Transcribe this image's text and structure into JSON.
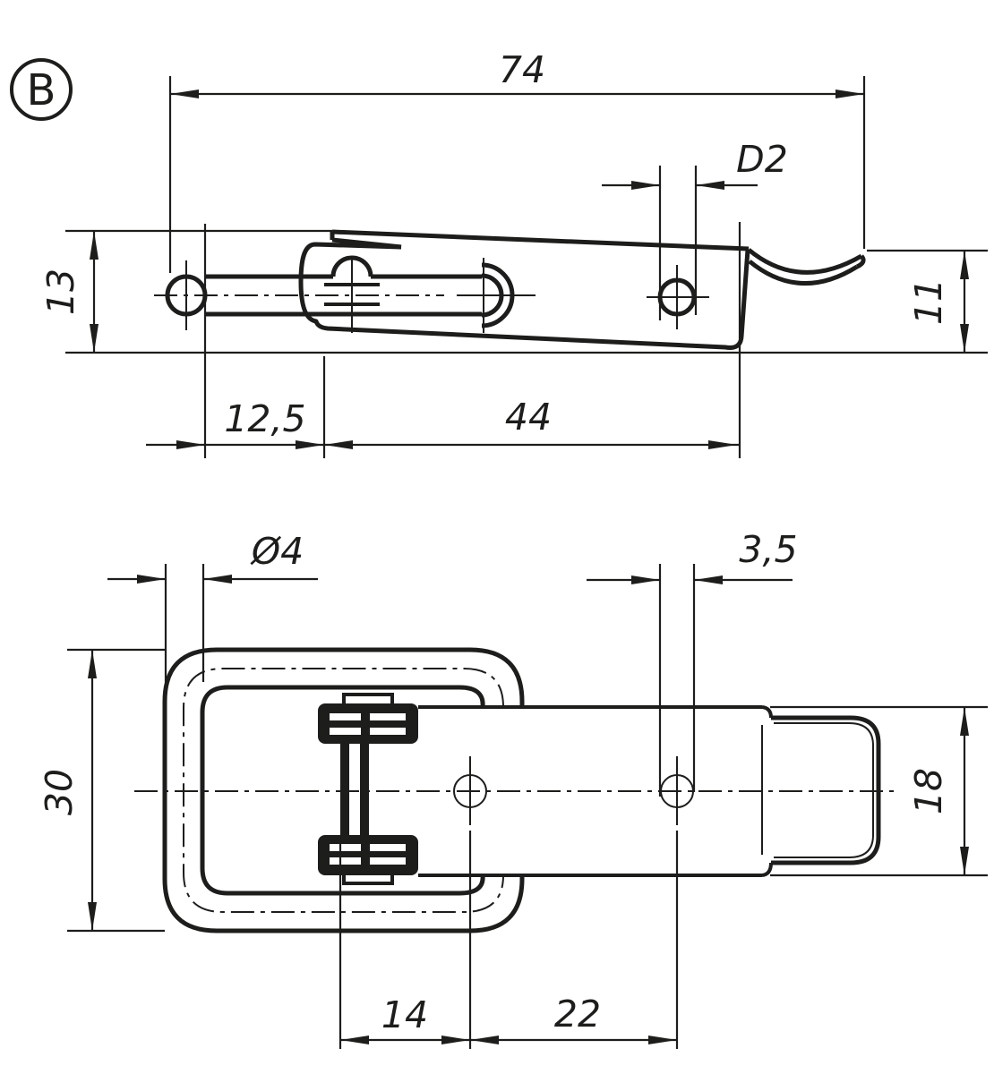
{
  "drawing": {
    "view_label": "B",
    "line_color": "#1d1d1b",
    "background_color": "#ffffff",
    "dims": {
      "overall_length": "74",
      "hole_dia_ref": "D2",
      "loop_height": "13",
      "hook_height": "11",
      "loop_reach": "12,5",
      "body_length": "44",
      "wire_dia": "Ø4",
      "hole_dia": "3,5",
      "loop_width": "30",
      "strip_width": "18",
      "pivot_to_hole": "14",
      "hole_spacing": "22"
    }
  }
}
